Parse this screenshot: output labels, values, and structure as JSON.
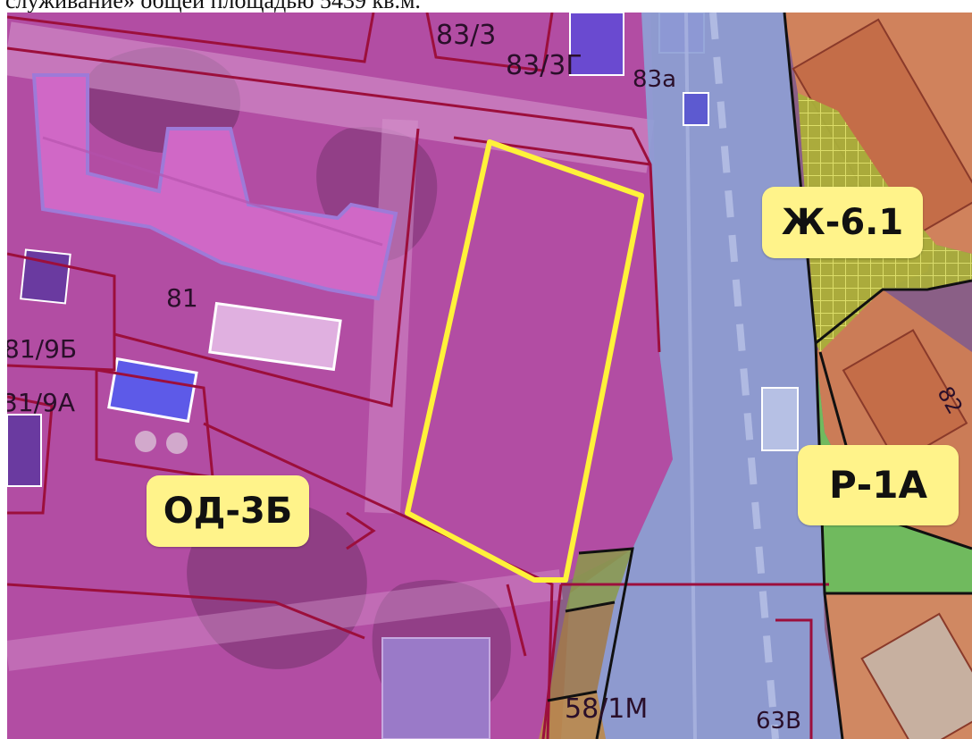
{
  "caption": "служивание» общей площадью 5439 кв.м.",
  "zones": {
    "od3b": "ОД-3Б",
    "zh61": "Ж-6.1",
    "r1a": "Р-1А"
  },
  "parcels": {
    "p83_3": "83/3",
    "p83_3g": "83/3Г",
    "p83a": "83а",
    "p81": "81",
    "p81_9b": "81/9Б",
    "p81_9a": "31/9А",
    "p58_1m": "58/1М",
    "p63v": "63В",
    "p82": "82"
  },
  "colors": {
    "od_zone": "#b040a8",
    "road_zone": "#8fa0d8",
    "zh_zone": "#d98a5a",
    "zh_hatch": "#b8c24a",
    "r_zone": "#6bbf5a",
    "selected_parcel": "#fff23a",
    "parcel_border": "#a0103a",
    "label_bg": "#fff38a"
  }
}
